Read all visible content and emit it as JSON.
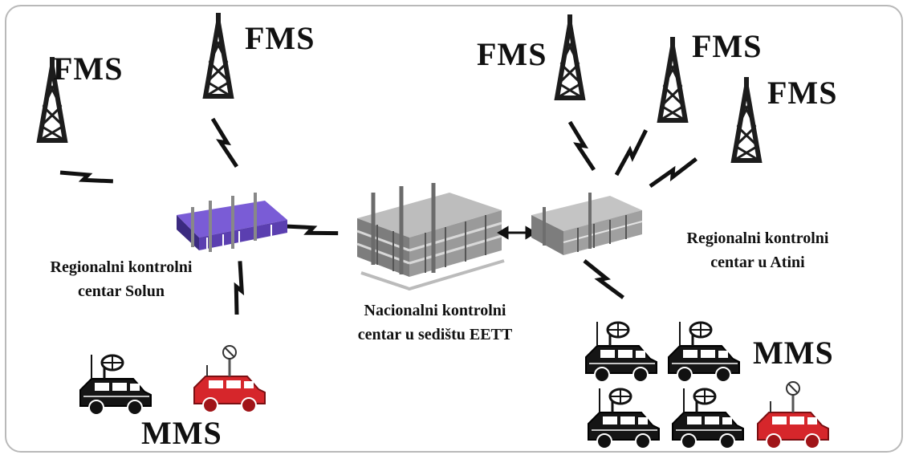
{
  "labels": {
    "fms": "FMS",
    "mms": "MMS",
    "regional_solun_line1": "Regionalni kontrolni",
    "regional_solun_line2": "centar Solun",
    "national_line1": "Nacionalni kontrolni",
    "national_line2": "centar u sedištu EETT",
    "regional_atina_line1": "Regionalni kontrolni",
    "regional_atina_line2": "centar u Atini"
  },
  "colors": {
    "tower": "#1c1c1c",
    "building_gray": "#8c8c8c",
    "building_solun": "#5b3fb0",
    "van_black": "#151515",
    "van_red": "#d6262b",
    "link": "#111111"
  },
  "icons": {
    "tower": "radio-tower-icon",
    "building": "office-building-icon",
    "van": "monitoring-van-icon",
    "link": "lightning-link-icon"
  }
}
